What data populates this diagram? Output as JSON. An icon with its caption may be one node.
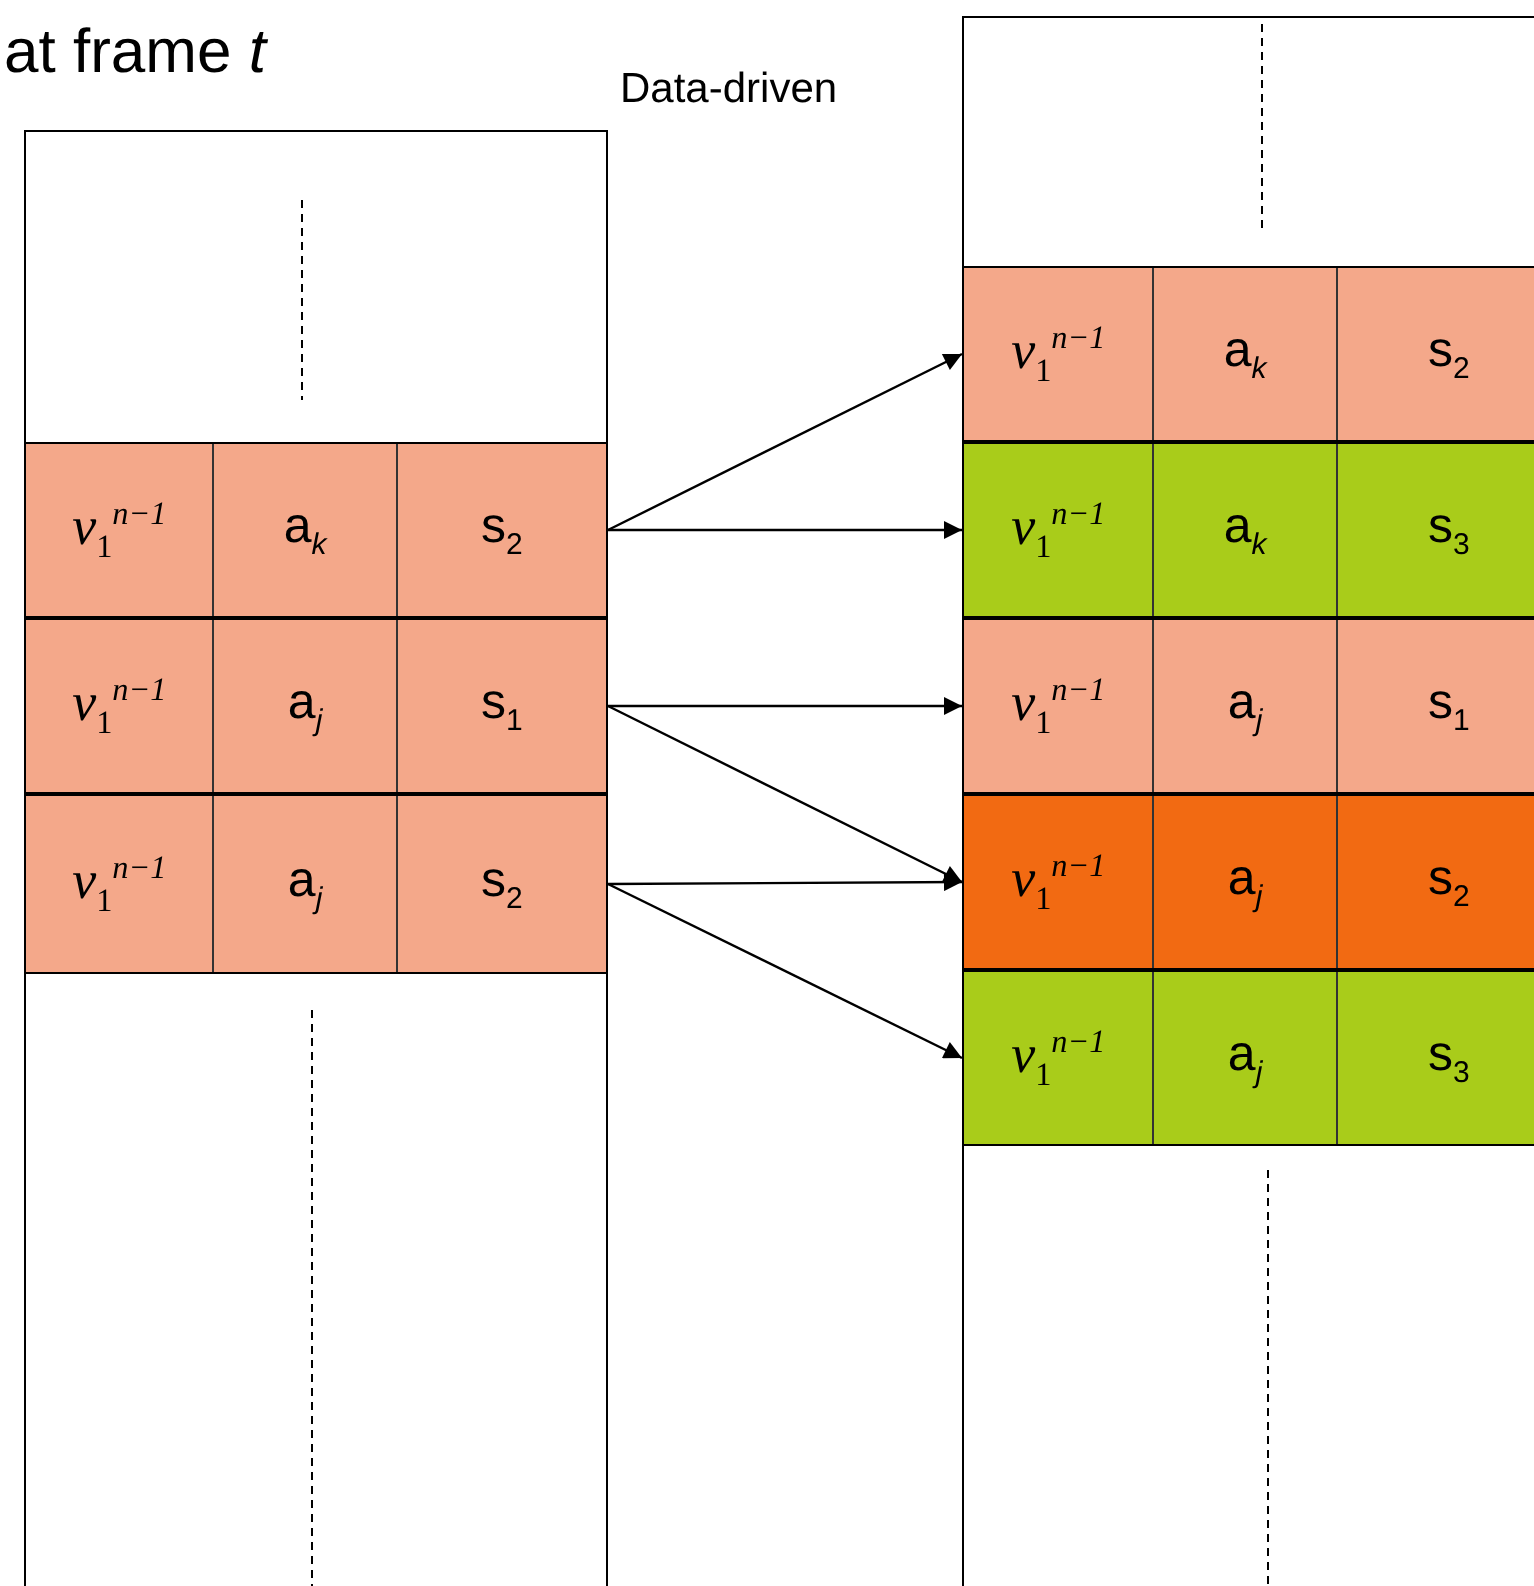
{
  "diagram": {
    "nodes": [
      {
        "text": [],
        "shape": "box"
      },
      {
        "text": [
          "*v*$_{1}$$^{n−1}$",
          "a$_{k}$",
          "s$_{2}$"
        ],
        "in": 0
      },
      {
        "text": [
          "*v*$_{1}$$^{n−1}$",
          "a$_{j}$",
          "s$_{1}$"
        ],
        "in": 0
      },
      {
        "text": [
          "*v*$_{1}$$^{n−1}$",
          "a$_{j}$",
          "s$_{2}$"
        ],
        "in": 0
      },
      {
        "text": [],
        "shape": "box"
      },
      {
        "text": [
          "*v*$_{1}$$^{n−1}$",
          "a$_{k}$",
          "s$_{2}$"
        ],
        "in": 4
      },
      {
        "text": [
          "*v*$_{1}$$^{n−1}$",
          "a$_{k}$",
          "s$_{3}$"
        ],
        "in": 4
      },
      {
        "text": [
          "*v*$_{1}$$^{n−1}$",
          "a$_{j}$",
          "s$_{1}$"
        ],
        "in": 4
      },
      {
        "text": [
          "*v*$_{1}$$^{n−1}$",
          "a$_{j}$",
          "s$_{2}$"
        ],
        "in": 4
      },
      {
        "text": [
          "*v*$_{1}$$^{n−1}$",
          "a$_{j}$",
          "s$_{3}$"
        ],
        "in": 4
      }
    ],
    "edges": [
      {
        "from": 1,
        "to": 5,
        "arrow": "to"
      },
      {
        "from": 1,
        "to": 6,
        "arrow": "to"
      },
      {
        "from": 2,
        "to": 7,
        "arrow": "to"
      },
      {
        "from": 2,
        "to": 8,
        "arrow": "to"
      },
      {
        "from": 3,
        "to": 8,
        "arrow": "to"
      },
      {
        "from": 3,
        "to": 9,
        "arrow": "to"
      }
    ],
    "labels": [
      "at frame *t*",
      "Data-driven"
    ]
  }
}
